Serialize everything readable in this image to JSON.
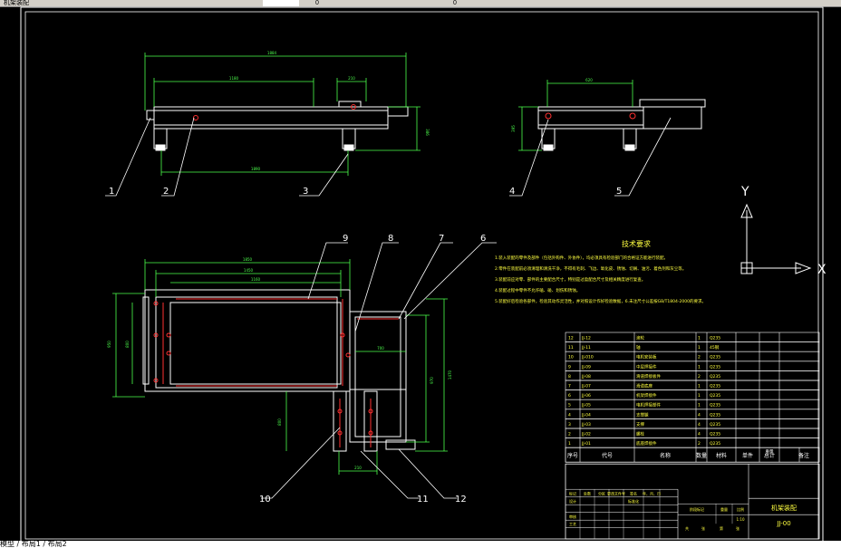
{
  "toolbar": {
    "file_tab": "机架装配",
    "layer_field": "0",
    "style_field": "0"
  },
  "balloons": [
    "1",
    "2",
    "3",
    "4",
    "5",
    "6",
    "7",
    "8",
    "9",
    "10",
    "11",
    "12"
  ],
  "dimensions": {
    "front_total": "1884",
    "front_inner": "1180",
    "front_small": "210",
    "front_bottom": "1890",
    "front_height": "386",
    "side_top": "620",
    "side_height": "395",
    "plan_top1": "1850",
    "plan_top2": "1450",
    "plan_top3": "1160",
    "plan_left1": "950",
    "plan_left2": "800",
    "plan_mid": "700",
    "plan_right1": "970",
    "plan_right2": "1470",
    "plan_leg": "800",
    "plan_bottom": "210"
  },
  "tech": {
    "title": "技术要求",
    "lines": [
      "1.装入装配的零件及部件（包括外购件、外协件），均必须具有检验部门的合格证方能进行装配。",
      "2.零件在装配前必须清理和清洗干净，不得有毛刺、飞边、氧化皮、锈蚀、切屑、油污、着色剂和灰尘等。",
      "3.装配前应对零、部件的主要配合尺寸，特别是过盈配合尺寸及相关精度进行复查。",
      "4.装配过程中零件不允许磕、碰、划伤和锈蚀。",
      "5.装配好后检验各部件，检验其动作灵活性，并对照设计作好检验数据，6.未注尺寸公差按GB/T1804-2000的要求。"
    ]
  },
  "bom": {
    "rows": [
      [
        "12",
        "JJ-12",
        "滚轮",
        "1",
        "Q235"
      ],
      [
        "11",
        "JJ-11",
        "轴",
        "1",
        "45钢"
      ],
      [
        "10",
        "JJ-010",
        "电机安装板",
        "2",
        "Q235"
      ],
      [
        "9",
        "JJ-09",
        "中层焊接件",
        "1",
        "Q235"
      ],
      [
        "8",
        "JJ-08",
        "滑道焊接板件",
        "2",
        "Q235"
      ],
      [
        "7",
        "JJ-07",
        "滑道底座",
        "1",
        "Q235"
      ],
      [
        "6",
        "JJ-06",
        "机架焊接件",
        "1",
        "Q235"
      ],
      [
        "5",
        "JJ-05",
        "电机焊接部件",
        "1",
        "Q235"
      ],
      [
        "4",
        "JJ-04",
        "支撑腿",
        "4",
        "Q235"
      ],
      [
        "3",
        "JJ-03",
        "支撑",
        "4",
        "Q235"
      ],
      [
        "2",
        "JJ-02",
        "螺栓",
        "4",
        "Q235"
      ],
      [
        "1",
        "JJ-01",
        "底座焊接件",
        "2",
        "Q235"
      ]
    ],
    "header": [
      "序号",
      "代号",
      "名称",
      "数量",
      "材料",
      "单件",
      "总计",
      "备注"
    ],
    "header_sub": "重量",
    "title_labels": [
      "标记",
      "处数",
      "分区",
      "更改文件号",
      "签名",
      "年、月、日"
    ],
    "design_labels": [
      "设计",
      "",
      "标准化"
    ],
    "review_labels": [
      "审核",
      ""
    ],
    "process_label": "工艺",
    "stage_labels": [
      "阶段标记",
      "重量",
      "比例"
    ],
    "scale": "1:10",
    "sheet_labels": [
      "共",
      "张",
      "第",
      "张"
    ],
    "drawing_name": "机架装配",
    "drawing_code": "JJ-00"
  },
  "ucs": {
    "y": "Y",
    "x": "X"
  },
  "cmdline": {
    "text": "模型 / 布局1 / 布局2"
  }
}
